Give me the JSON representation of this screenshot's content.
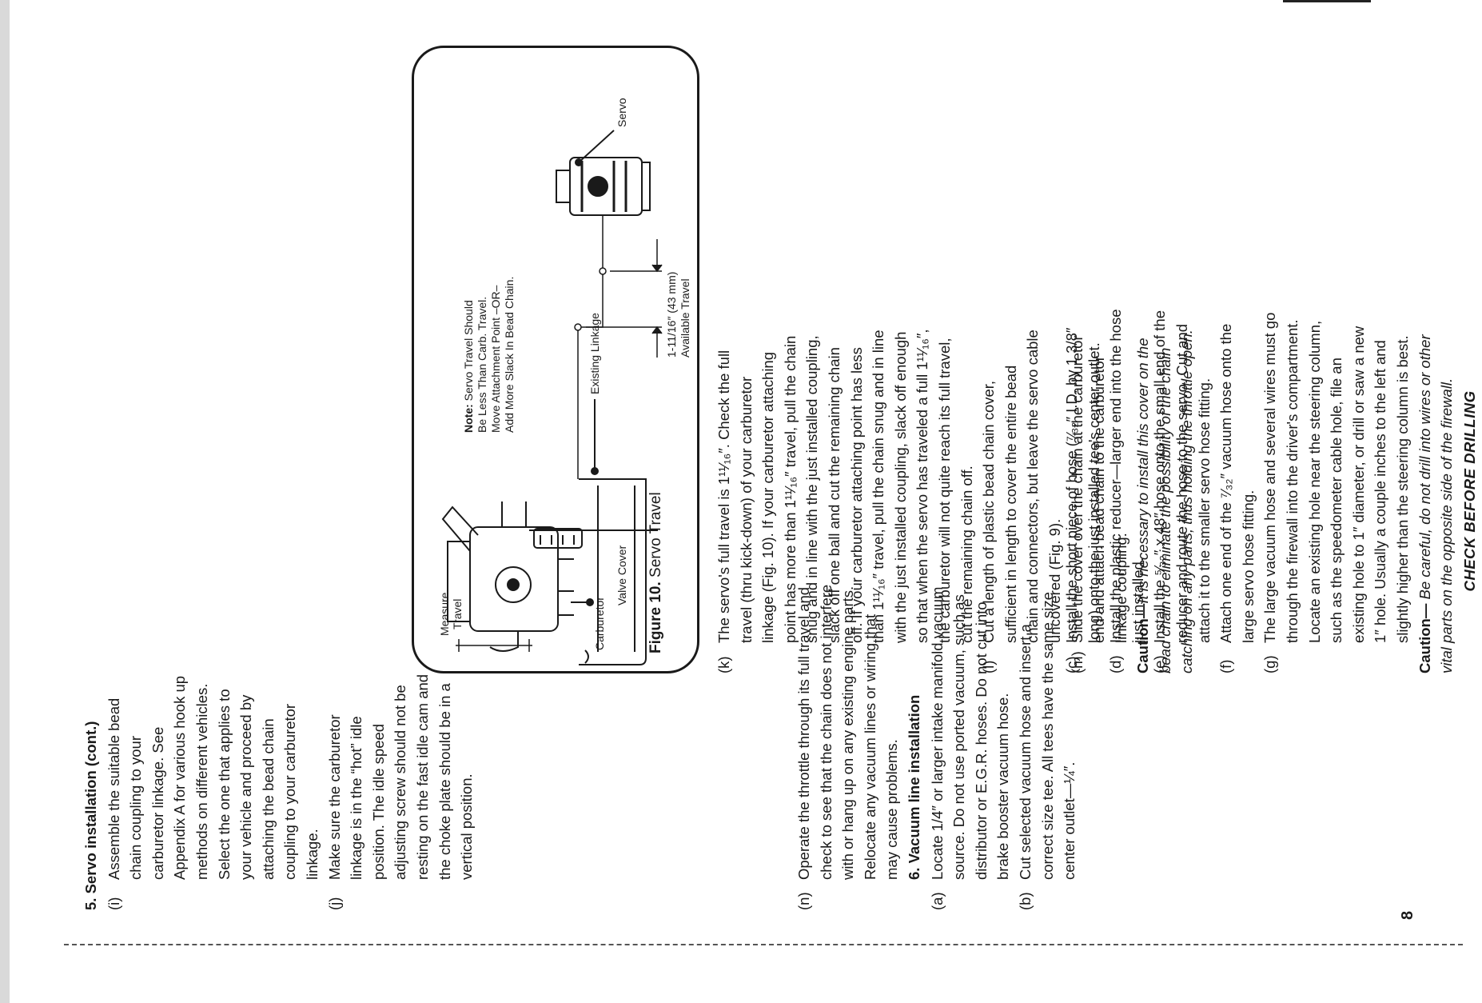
{
  "page_number": "8",
  "col1": {
    "section5_title": "5. Servo installation (cont.)",
    "i_label": "(i)",
    "i_text": "Assemble the suitable bead chain coupling to your carburetor linkage. See Appendix A for various hook up methods on different vehicles. Select the one that applies to your vehicle and proceed by attaching the bead chain coupling to your carburetor linkage.",
    "j_label": "(j)",
    "j_text": "Make sure the carburetor linkage is in the “hot” idle position. The idle speed adjusting screw should not be resting on the fast idle cam and the choke plate should be in a vertical position."
  },
  "col2": {
    "k_label": "(k)",
    "k_text": "The servo's full travel is 1¹¹⁄₁₆″. Check the full travel (thru kick-down) of your carburetor linkage (Fig. 10). If your carburetor attaching point has more than 1¹¹⁄₁₆″ travel, pull the chain snug and in line with the just installed coupling, slack off one ball and cut the remaining chain off. If your carburetor attaching point has less than 1¹¹⁄₁₆″ travel, pull the chain snug and in line with the just installed coupling, slack off enough so that when the servo has traveled a full 1¹¹⁄₁₆″, the carburetor will not quite reach its full travel, cut the remaining chain off.",
    "l_label": "(l)",
    "l_text": "Cut a length of plastic bead chain cover, sufficient in length to cover the entire bead chain and connectors, but leave the servo cable uncovered (Fig. 9).",
    "m_label": "(m)",
    "m_text": "Slide the cover over the chain at the carburetor end and attach bead chain to the carburetor linkage coupling.",
    "caution_label": "Caution—",
    "caution_text": "It is necessary to install this cover on the bead chain to eliminate the possibility of the chain catching on any parts, thus holding the throttle open."
  },
  "col3": {
    "n_label": "(n)",
    "n_text": "Operate the throttle through its full travel and check to see that the chain does not interfere with or hang up on any existing engine parts. Relocate any vacuum lines or wiring that may cause problems.",
    "section6_title": "6. Vacuum line installation",
    "a_label": "(a)",
    "a_text": "Locate 1/4″ or larger intake manifold vacuum source. Do not use ported vacuum, such as distributor or E.G.R. hoses. Do not cut into brake booster vacuum hose.",
    "b_label": "(b)",
    "b_text": "Cut selected vacuum hose and insert a correct size tee. All tees have the same size center outlet—¼″."
  },
  "col4": {
    "c_label": "(c)",
    "c_text": "Install the short piece of hose (⁷⁄₃₂″ I.D. by 1 3/8″ long) onto the just installed tee's center outlet.",
    "d_label": "(d)",
    "d_text": "Install the plastic reducer—larger end into the hose just installed.",
    "e_label": "(e)",
    "e_text": "Install the ⁵⁄₃₂″ x 48″ hose onto the small end of the reducer and route the hose to the servo. Cut and attach it to the smaller servo hose fitting.",
    "f_label": "(f)",
    "f_text": "Attach one end of the ⁷⁄₃₂″ vacuum hose onto the large servo hose fitting.",
    "g_label": "(g)",
    "g_text": "The large vacuum hose and several wires must go through the firewall into the driver's compartment. Locate an existing hole near the steering column, such as the speedometer cable hole, file an existing hole to 1″ diameter, or drill or saw a new 1″ hole. Usually a couple inches to the left and slightly higher than the steering column is best.",
    "caution_label": "Caution—",
    "caution_text": "Be careful, do not drill into wires or other vital parts on the opposite side of the firewall.",
    "check": "CHECK BEFORE DRILLING"
  },
  "figure": {
    "caption_label": "Figure 10.",
    "caption_title": "Servo Travel",
    "note_label": "Note:",
    "note_lines": [
      "Servo Travel Should",
      "Be Less Than Carb. Travel.",
      "Move Attachment Point –OR–",
      "Add More Slack In Bead Chain."
    ],
    "label_measure": "Measure",
    "label_travel": "Travel",
    "label_carburetor": "Carburetor",
    "label_valve_cover": "Valve Cover",
    "label_existing_linkage": "Existing Linkage",
    "label_servo": "Servo",
    "label_dimension": "1-11/16″  (43 mm)",
    "label_available": "Available Travel"
  }
}
